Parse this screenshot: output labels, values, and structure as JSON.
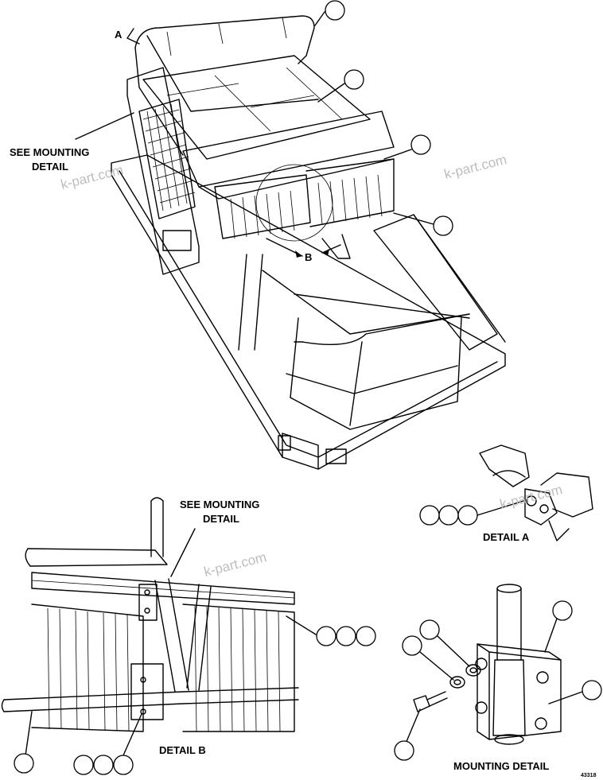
{
  "labels": {
    "see_mounting_detail_top": [
      "SEE MOUNTING",
      "DETAIL"
    ],
    "see_mounting_detail_b": [
      "SEE MOUNTING",
      "DETAIL"
    ],
    "view_a": "A",
    "view_b": "B",
    "detail_a": "DETAIL A",
    "detail_b": "DETAIL B",
    "mounting_detail": "MOUNTING DETAIL",
    "drawing_number": "43318"
  },
  "watermark": "k-part.com",
  "colors": {
    "line": "#000000",
    "background": "#ffffff",
    "watermark": "#bdbdbd"
  }
}
